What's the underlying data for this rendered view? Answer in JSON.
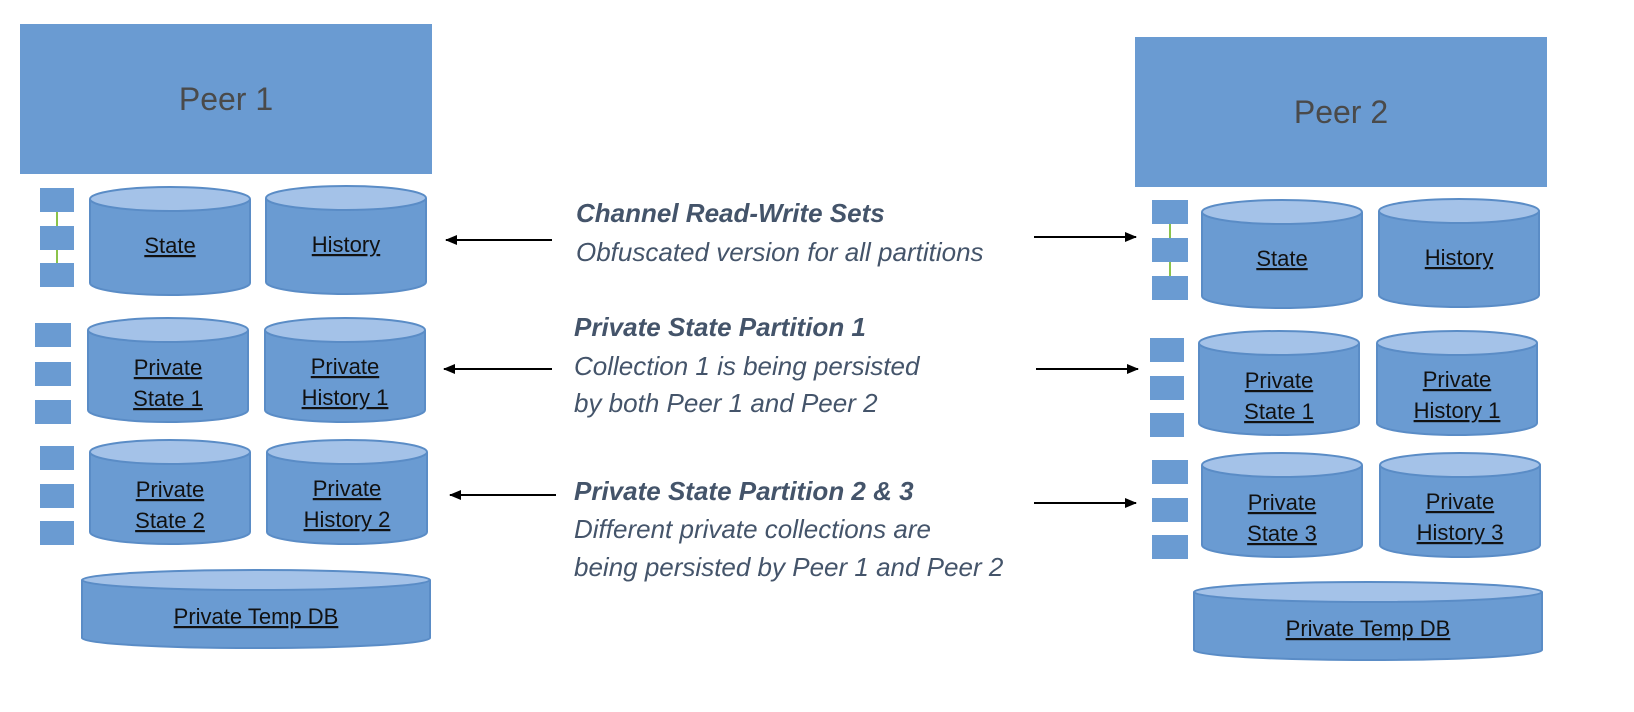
{
  "peers": [
    {
      "title": "Peer 1",
      "rows": [
        {
          "left": {
            "line1": "State",
            "line2": ""
          },
          "right": {
            "line1": "History",
            "line2": ""
          }
        },
        {
          "left": {
            "line1": "Private",
            "line2": "State 1"
          },
          "right": {
            "line1": "Private",
            "line2": "History 1"
          }
        },
        {
          "left": {
            "line1": "Private",
            "line2": "State 2"
          },
          "right": {
            "line1": "Private",
            "line2": "History 2"
          }
        }
      ],
      "temp_db": "Private Temp DB"
    },
    {
      "title": "Peer 2",
      "rows": [
        {
          "left": {
            "line1": "State",
            "line2": ""
          },
          "right": {
            "line1": "History",
            "line2": ""
          }
        },
        {
          "left": {
            "line1": "Private",
            "line2": "State 1"
          },
          "right": {
            "line1": "Private",
            "line2": "History 1"
          }
        },
        {
          "left": {
            "line1": "Private",
            "line2": "State 3"
          },
          "right": {
            "line1": "Private",
            "line2": "History 3"
          }
        }
      ],
      "temp_db": "Private Temp DB"
    }
  ],
  "descriptions": [
    {
      "title": "Channel Read-Write Sets",
      "lines": [
        "Obfuscated version for all partitions"
      ]
    },
    {
      "title": "Private State Partition 1",
      "lines": [
        "Collection 1 is being persisted",
        "by both Peer 1 and Peer 2"
      ]
    },
    {
      "title": "Private State Partition 2 & 3",
      "lines": [
        "Different private collections are",
        "being persisted by Peer 1 and Peer 2"
      ]
    }
  ],
  "colors": {
    "box_fill": "#6a9bd2",
    "box_stroke": "#5a8cc6",
    "cylinder_top": "#a4c2e8",
    "text_title": "#4a4a4a",
    "text_desc": "#44546a",
    "arrow": "#000000",
    "connector": "#8bc34a"
  }
}
